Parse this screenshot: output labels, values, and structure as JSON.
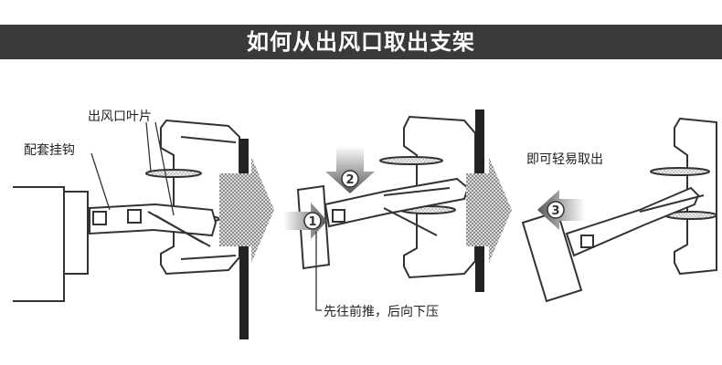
{
  "title": "如何从出风口取出支架",
  "labels": {
    "vent_blade": "出风口叶片",
    "clip_hook": "配套挂钩",
    "easy_remove": "即可轻易取出",
    "push_then_press": "先往前推，后向下压"
  },
  "steps": [
    "1",
    "2",
    "3"
  ],
  "colors": {
    "title_bg": "#3a3a3a",
    "title_text": "#ffffff",
    "line": "#333333",
    "wall": "#222222"
  }
}
